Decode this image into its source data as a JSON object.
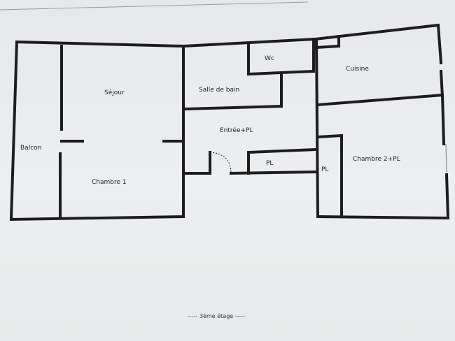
{
  "rooms": {
    "balcon": "Balcon",
    "sejour": "Séjour",
    "chambre1": "Chambre 1",
    "salle_de_bain": "Salle de bain",
    "wc": "Wc",
    "entree": "Entrée+PL",
    "pl_entree": "PL",
    "pl_chambre2": "PL",
    "cuisine": "Cuisine",
    "chambre2": "Chambre 2+PL"
  },
  "caption": "----- 3ème étage -----",
  "colors": {
    "wall": "#1d1d1f",
    "paper": "#e9ebec"
  }
}
